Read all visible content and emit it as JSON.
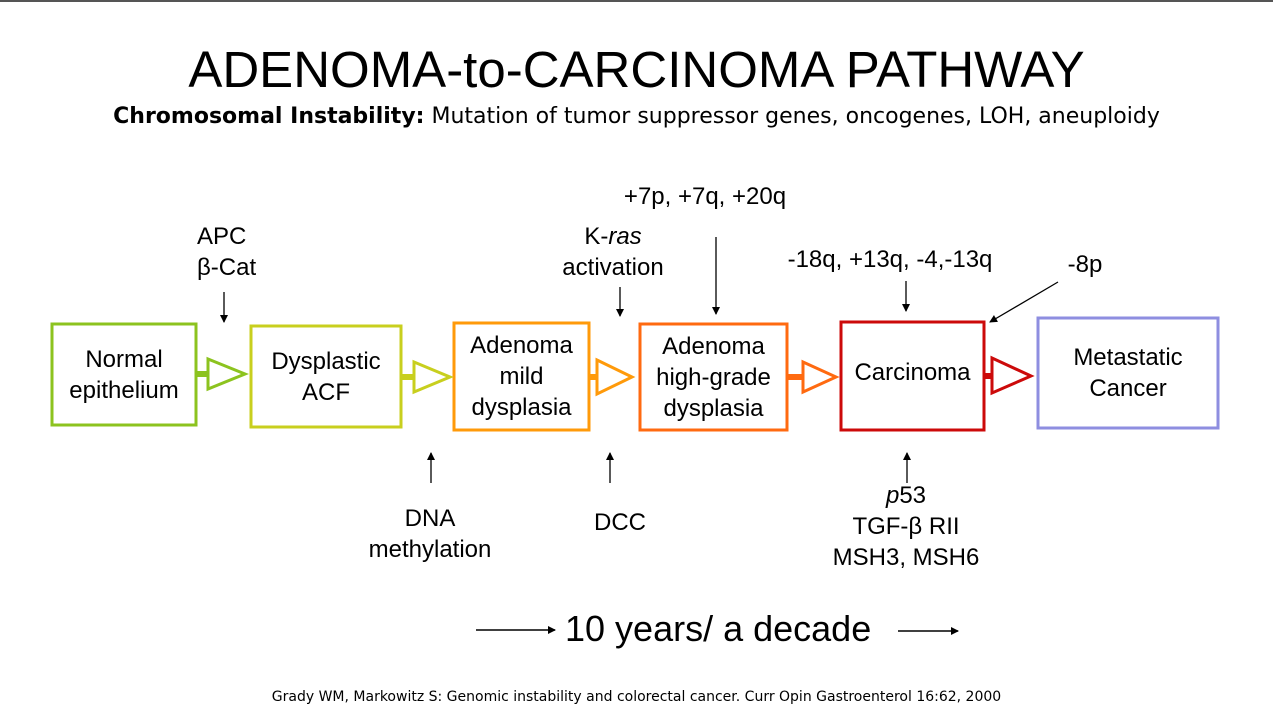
{
  "title": "ADENOMA-to-CARCINOMA PATHWAY",
  "subtitle": {
    "bold": "Chromosomal Instability:",
    "text": " Mutation of tumor suppressor genes, oncogenes, LOH, aneuploidy"
  },
  "stages": [
    {
      "line1": "Normal",
      "line2": "epithelium",
      "line3": "",
      "color": "#8CC31F"
    },
    {
      "line1": "Dysplastic",
      "line2": "ACF",
      "line3": "",
      "color": "#C8CF1E"
    },
    {
      "line1": "Adenoma",
      "line2": "mild",
      "line3": "dysplasia",
      "color": "#FF9A0A"
    },
    {
      "line1": "Adenoma",
      "line2": "high-grade",
      "line3": "dysplasia",
      "color": "#FF6A10"
    },
    {
      "line1": "Carcinoma",
      "line2": "",
      "line3": "",
      "color": "#CC0A0A"
    },
    {
      "line1": "Metastatic",
      "line2": "Cancer",
      "line3": "",
      "color": "#8E8EE0"
    }
  ],
  "top_labels": {
    "apc": {
      "line1": "APC",
      "line2": "β-Cat"
    },
    "kras": {
      "gene": "K-",
      "gene_italic": "ras",
      "line2": "activation"
    },
    "chr7": "+7p, +7q, +20q",
    "chr18": "-18q, +13q, -4,-13q",
    "chr8": "-8p"
  },
  "bottom_labels": {
    "dna": {
      "line1": "DNA",
      "line2": "methylation"
    },
    "dcc": "DCC",
    "p53": {
      "italic": "p",
      "rest": "53",
      "line2": "TGF-β RII",
      "line3": "MSH3, MSH6"
    }
  },
  "timeline": "10 years/ a decade",
  "citation": "Grady WM, Markowitz S: Genomic instability and colorectal cancer. Curr Opin Gastroenterol 16:62, 2000"
}
